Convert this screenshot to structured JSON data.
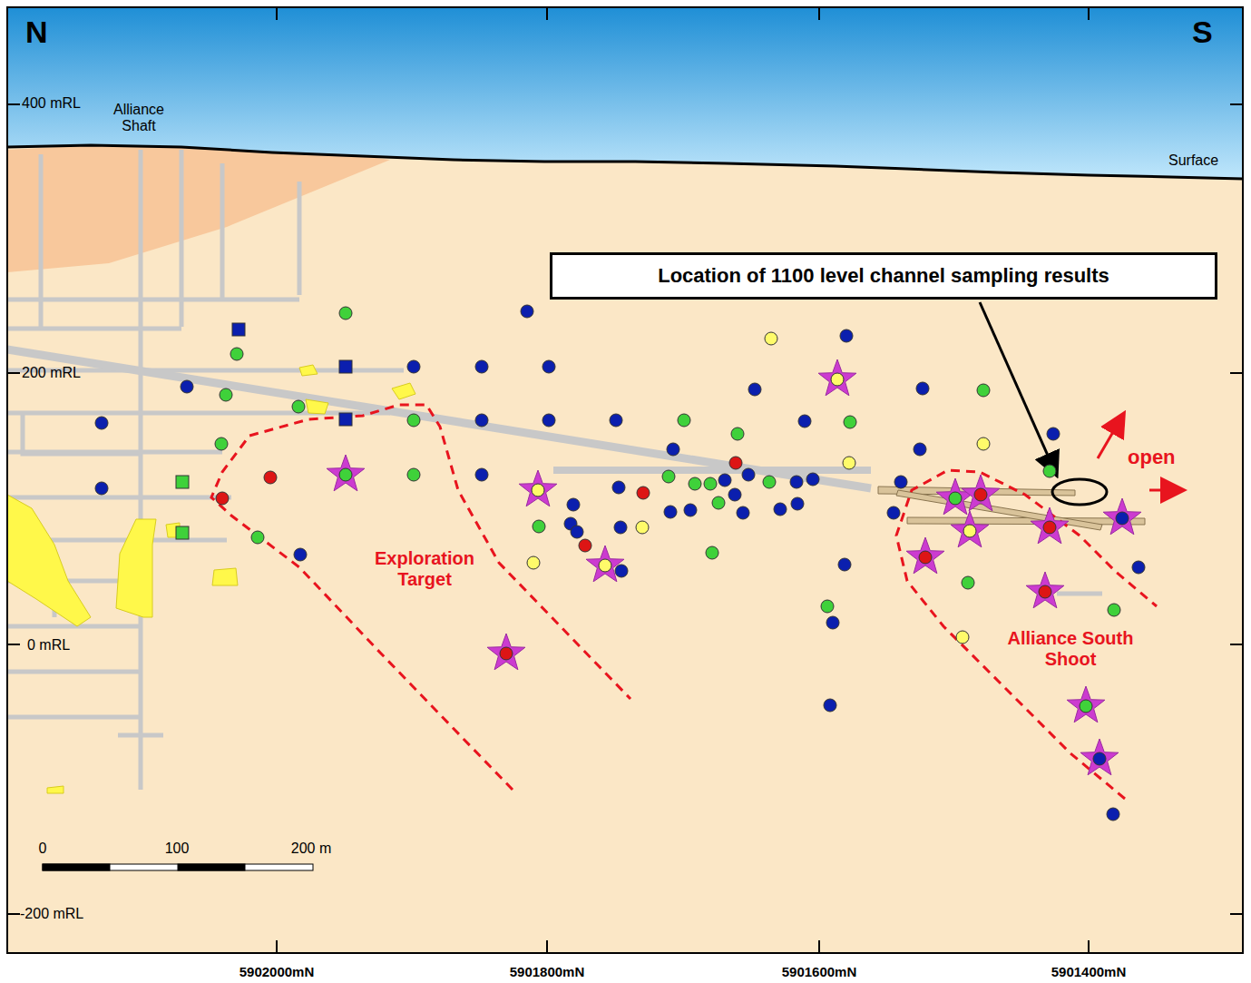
{
  "diagram": {
    "nodes": [
      {
        "text": [
          "Location of 1100 level channel sampling results"
        ]
      }
    ],
    "labels": [
      "N",
      "S",
      "400 mRL",
      "Alliance Shaft",
      "Surface",
      "200 mRL",
      "Exploration Target",
      "open",
      "Alliance South Shoot",
      "0 mRL",
      "-200 mRL",
      "0",
      "100",
      "200 m",
      "5902000mN",
      "5901800mN",
      "5901600mN",
      "5901400mN"
    ]
  }
}
